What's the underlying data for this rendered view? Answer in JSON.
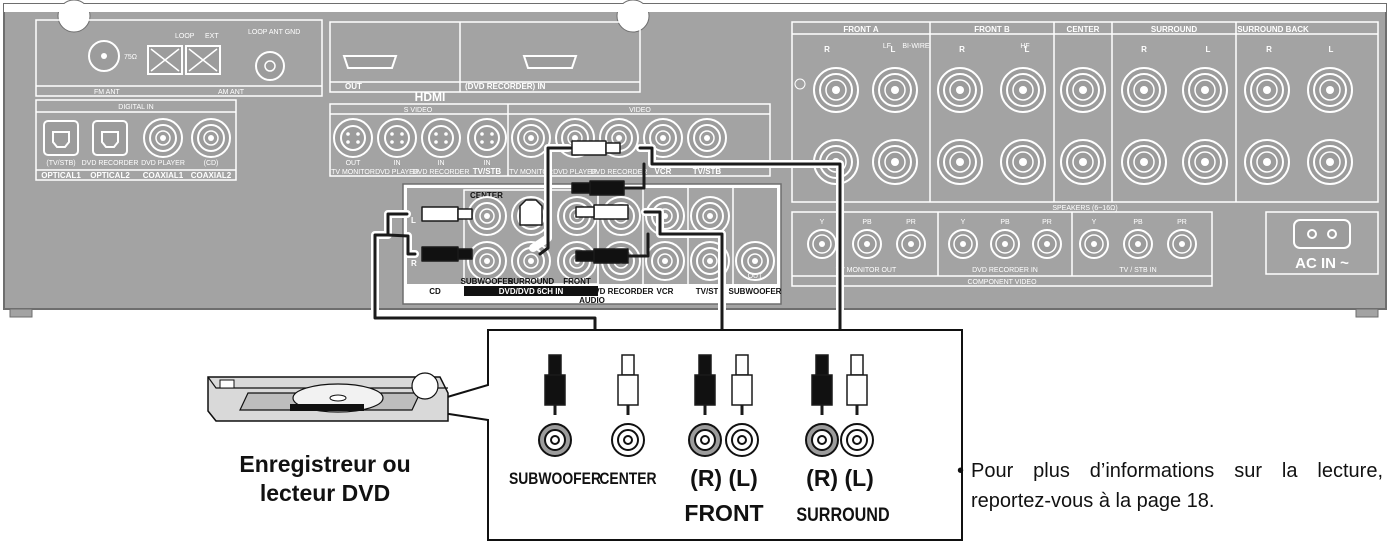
{
  "panel": {
    "antenna": {
      "ohm": "75Ω",
      "loop": "LOOP",
      "ext": "EXT",
      "loop_ant_gnd": "LOOP ANT GND",
      "fm_ant": "FM ANT",
      "am_ant": "AM ANT"
    },
    "digital_in": {
      "title": "DIGITAL IN",
      "sub_labels": [
        "(TV/STB)",
        "DVD RECORDER",
        "DVD PLAYER",
        "(CD)"
      ],
      "port_labels": [
        "OPTICAL1",
        "OPTICAL2",
        "COAXIAL1",
        "COAXIAL2"
      ]
    },
    "hdmi": {
      "out": "OUT",
      "in": "(DVD RECORDER) IN",
      "logo": "HDMI"
    },
    "video_headers": {
      "s_video": "S VIDEO",
      "video": "VIDEO"
    },
    "video_labels": {
      "tv_monitor_out": "OUT",
      "in_1": "IN",
      "in_2": "IN",
      "in_3": "IN",
      "row": [
        "TV MONITOR",
        "DVD PLAYER",
        "DVD RECORDER",
        "TV/STB",
        "TV MONITOR",
        "DVD PLAYER",
        "DVD RECORDER",
        "VCR",
        "TV/STB"
      ]
    },
    "audio_block": {
      "center": "CENTER",
      "subwoofer": "SUBWOOFER",
      "surround": "SURROUND",
      "front": "FRONT",
      "bottom": [
        "CD",
        "DVD/DVD 6CH IN",
        "DVD RECORDER",
        "VCR",
        "TV/STB",
        "SUBWOOFER"
      ],
      "audio": "AUDIO",
      "l": "L",
      "r": "R",
      "out": "OUT"
    },
    "speakers": {
      "headers": [
        "FRONT  A",
        "FRONT  B",
        "CENTER",
        "SURROUND",
        "SURROUND BACK"
      ],
      "r": "R",
      "l": "L",
      "lf": "LF",
      "bi_wire": "BI-WIRE",
      "hf": "HF",
      "label": "SPEAKERS  (6~16Ω)"
    },
    "component": {
      "y": "Y",
      "pb": "PB",
      "pr": "PR",
      "groups": [
        "TV MONITOR OUT",
        "DVD RECORDER IN",
        "TV / STB IN"
      ],
      "label": "COMPONENT VIDEO"
    },
    "ac_in": "AC IN ~"
  },
  "callout": {
    "labels": {
      "subwoofer": "SUBWOOFER",
      "center": "CENTER",
      "front_rl": "(R) (L)",
      "surround_rl": "(R) (L)",
      "front": "FRONT",
      "surround": "SURROUND"
    }
  },
  "device": {
    "caption_line1": "Enregistreur ou",
    "caption_line2": "lecteur DVD"
  },
  "note": {
    "bullet": "•",
    "text": "Pour plus d’informations sur la lecture, reportez-vous à la page 18."
  },
  "colors": {
    "panel": "#a3a3a3",
    "panel_dark": "#6e6e6e",
    "line": "#ffffff",
    "cable": "#1a1a1a",
    "plug_red": "#111111",
    "plug_white": "#ffffff"
  }
}
